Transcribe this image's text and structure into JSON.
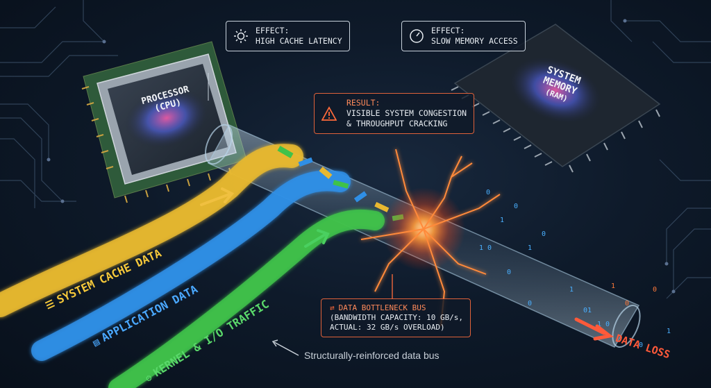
{
  "effect_cpu": {
    "heading": "EFFECT:",
    "text": "HIGH CACHE LATENCY",
    "icon": "sun-icon"
  },
  "effect_ram": {
    "heading": "EFFECT:",
    "text": "SLOW MEMORY ACCESS",
    "icon": "gauge-icon"
  },
  "result": {
    "heading": "RESULT:",
    "line1": "VISIBLE SYSTEM CONGESTION",
    "line2": "& THROUGHPUT CRACKING",
    "icon": "warning-icon"
  },
  "cpu": {
    "line1": "PROCESSOR",
    "line2": "(CPU)"
  },
  "ram": {
    "line1": "SYSTEM",
    "line2": "MEMORY",
    "line3": "(RAM)"
  },
  "streams": [
    {
      "label": "SYSTEM CACHE DATA",
      "color": "#e8b830",
      "icon": "list-icon"
    },
    {
      "label": "APPLICATION DATA",
      "color": "#2f8fe6",
      "icon": "chart-icon"
    },
    {
      "label": "KERNEL & I/O TRAFFIC",
      "color": "#3fc24a",
      "icon": "gear-person-icon"
    }
  ],
  "bus": {
    "title": "DATA BOTTLENECK BUS",
    "line1": "(BANDWIDTH CAPACITY: 10 GB/s,",
    "line2": "ACTUAL: 32 GB/s OVERLOAD)"
  },
  "note": "Structurally-reinforced data bus",
  "data_loss": "DATA LOSS",
  "colors": {
    "accent": "#e0623a",
    "spark": "#ff7a2a",
    "bits": "#4ab0ff"
  }
}
